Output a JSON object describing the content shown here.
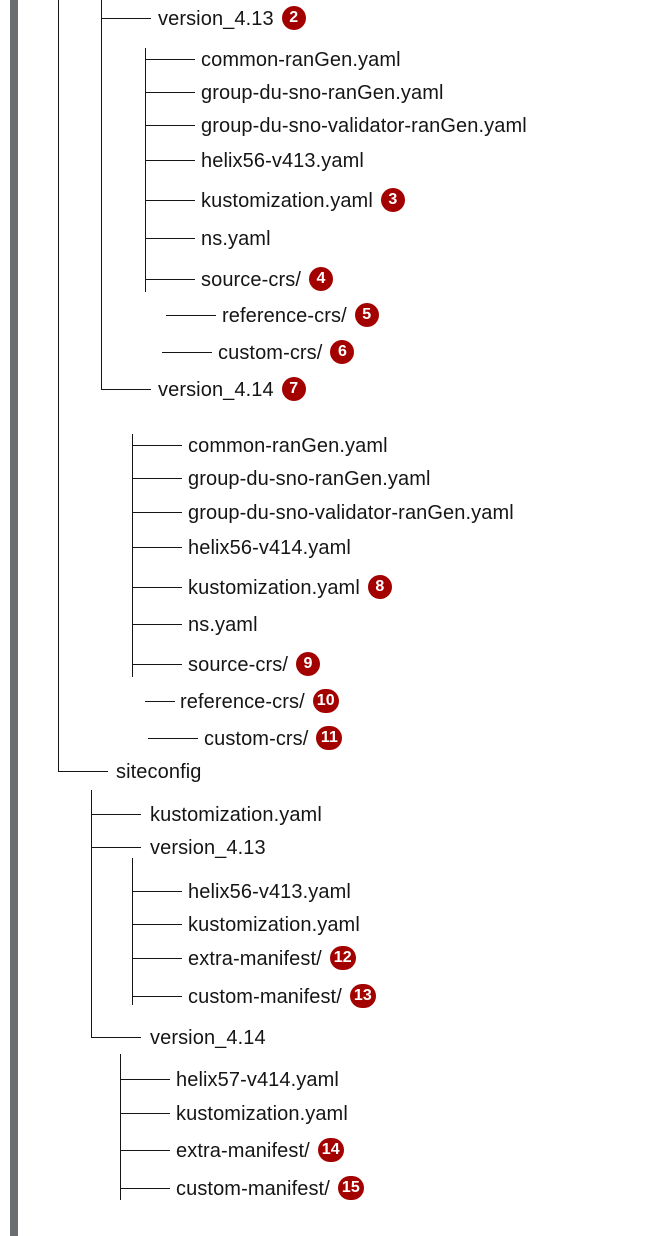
{
  "tree": {
    "rows": [
      {
        "label": "version_4.13",
        "callout": "2"
      },
      {
        "label": "common-ranGen.yaml",
        "callout": ""
      },
      {
        "label": "group-du-sno-ranGen.yaml",
        "callout": ""
      },
      {
        "label": "group-du-sno-validator-ranGen.yaml",
        "callout": ""
      },
      {
        "label": "helix56-v413.yaml",
        "callout": ""
      },
      {
        "label": "kustomization.yaml",
        "callout": "3"
      },
      {
        "label": "ns.yaml",
        "callout": ""
      },
      {
        "label": "source-crs/",
        "callout": "4"
      },
      {
        "label": "reference-crs/",
        "callout": "5"
      },
      {
        "label": "custom-crs/",
        "callout": "6"
      },
      {
        "label": "version_4.14",
        "callout": "7"
      },
      {
        "label": "common-ranGen.yaml",
        "callout": ""
      },
      {
        "label": "group-du-sno-ranGen.yaml",
        "callout": ""
      },
      {
        "label": "group-du-sno-validator-ranGen.yaml",
        "callout": ""
      },
      {
        "label": "helix56-v414.yaml",
        "callout": ""
      },
      {
        "label": "kustomization.yaml",
        "callout": "8"
      },
      {
        "label": "ns.yaml",
        "callout": ""
      },
      {
        "label": "source-crs/",
        "callout": "9"
      },
      {
        "label": "reference-crs/",
        "callout": "10"
      },
      {
        "label": "custom-crs/",
        "callout": "11"
      },
      {
        "label": "siteconfig",
        "callout": ""
      },
      {
        "label": "kustomization.yaml",
        "callout": ""
      },
      {
        "label": "version_4.13",
        "callout": ""
      },
      {
        "label": "helix56-v413.yaml",
        "callout": ""
      },
      {
        "label": "kustomization.yaml",
        "callout": ""
      },
      {
        "label": "extra-manifest/",
        "callout": "12"
      },
      {
        "label": "custom-manifest/",
        "callout": "13"
      },
      {
        "label": "version_4.14",
        "callout": ""
      },
      {
        "label": "helix57-v414.yaml",
        "callout": ""
      },
      {
        "label": "kustomization.yaml",
        "callout": ""
      },
      {
        "label": "extra-manifest/",
        "callout": "14"
      },
      {
        "label": "custom-manifest/",
        "callout": "15"
      }
    ]
  },
  "colors": {
    "callout_bg": "#a30000",
    "callout_fg": "#ffffff",
    "accent_bar": "#6a6e73",
    "text": "#151515"
  }
}
